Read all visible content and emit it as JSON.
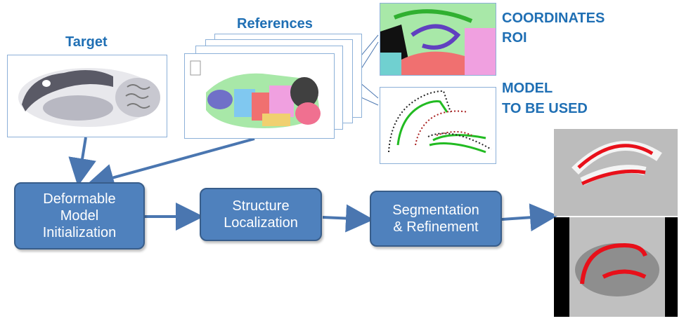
{
  "labels": {
    "target": "Target",
    "references": "References",
    "coordinates": "COORDINATES",
    "roi": "ROI",
    "model": "MODEL",
    "to_be_used": "TO BE USED"
  },
  "boxes": {
    "deformable": "Deformable\nModel\nInitialization",
    "localization": "Structure\nLocalization",
    "segmentation": "Segmentation\n& Refinement"
  },
  "colors": {
    "box_fill": "#4f81bd",
    "label_blue": "#1f6fb4",
    "arrow": "#4a76b0",
    "contour_red": "#e8101a",
    "model_green": "#22bb22"
  }
}
